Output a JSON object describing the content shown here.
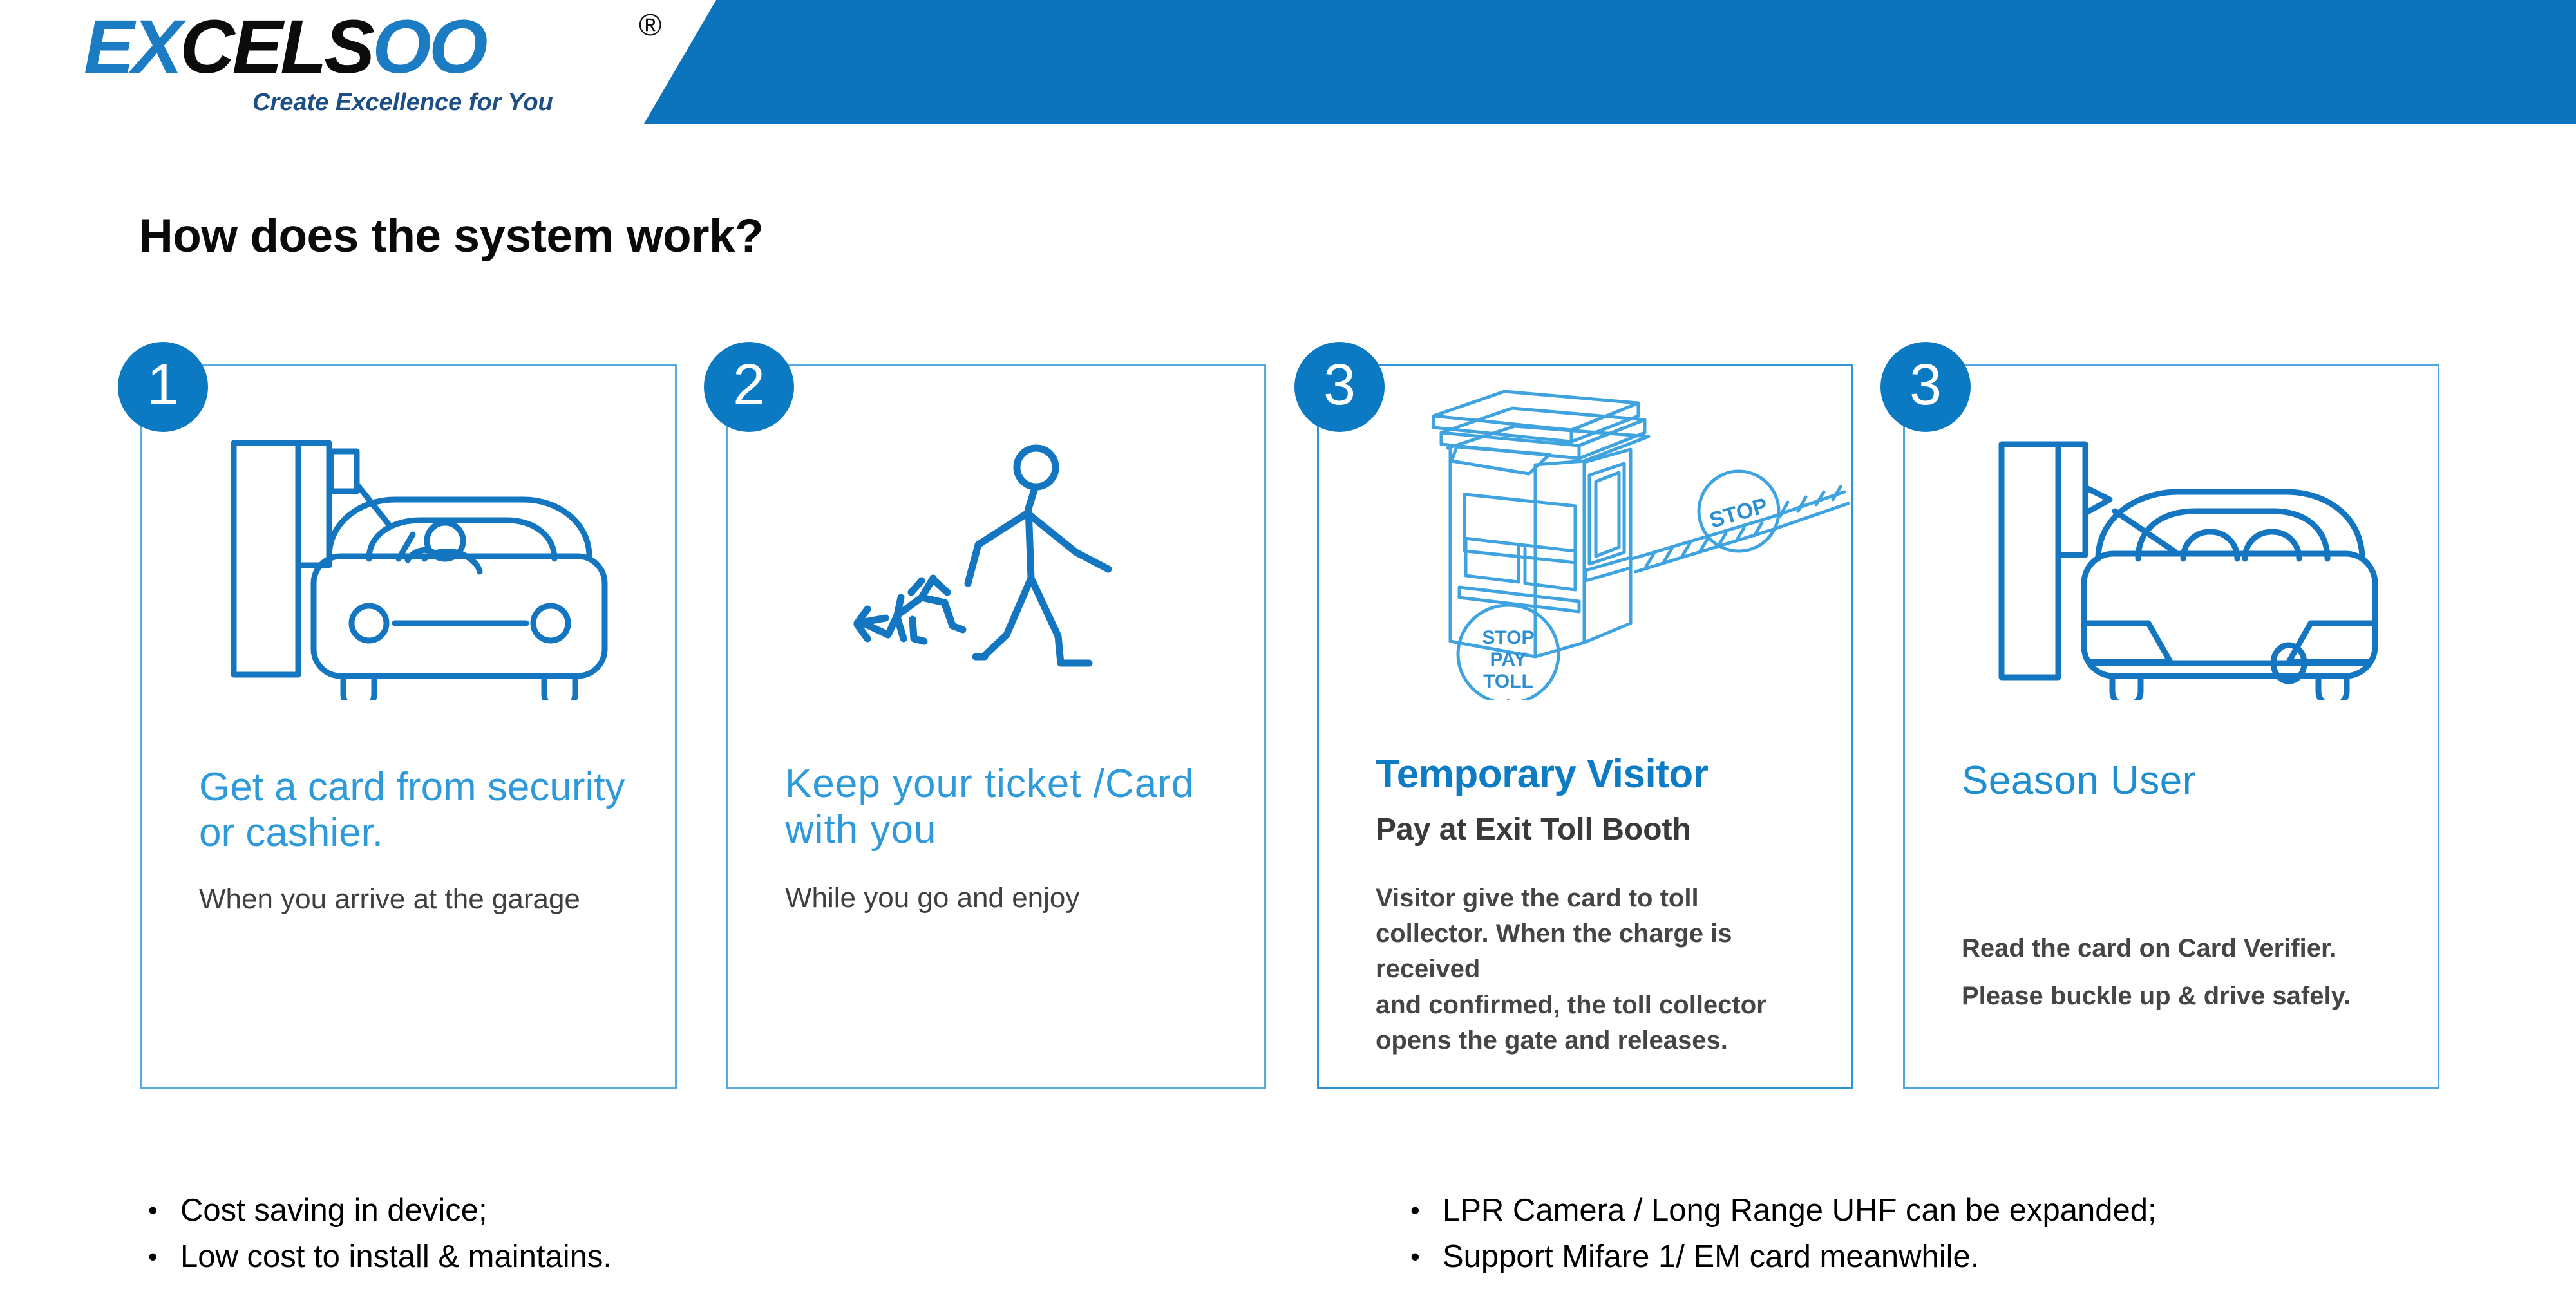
{
  "brand": {
    "logo_blue_part": "EX",
    "logo_black_part": "CELS",
    "logo_blue_part2": "OO",
    "registered_mark": "®",
    "tagline": "Create Excellence for You",
    "banner_color": "#0c74bd",
    "accent_blue": "#0c7ac2",
    "light_blue": "#58a9e0",
    "heading_blue": "#2f9ada"
  },
  "page_title": "How does the system work?",
  "cards": [
    {
      "badge": "1",
      "icon": "ticket-dispenser-and-car-front-icon",
      "heading": "Get a card from security\nor cashier.",
      "subtitle": "When you arrive at the garage",
      "body": ""
    },
    {
      "badge": "2",
      "icon": "person-walking-dog-icon",
      "heading": "Keep your ticket /Card\nwith you",
      "subtitle": "While you go and enjoy",
      "body": ""
    },
    {
      "badge": "3",
      "icon": "toll-booth-with-barrier-icon",
      "heading": "Temporary Visitor",
      "subtitle": "Pay at Exit Toll Booth",
      "body": "Visitor give the card to toll\ncollector. When the charge is received\nand confirmed, the toll collector\nopens the gate and releases.",
      "illustration_labels": {
        "booth_sign": "STOP\nPAY\nTOLL",
        "barrier_sign": "STOP"
      }
    },
    {
      "badge": "3",
      "icon": "card-verifier-and-car-icon",
      "heading": "Season User",
      "subtitle": "",
      "body": "Read the card on Card Verifier.\nPlease buckle up & drive safely."
    }
  ],
  "bullets_left": [
    {
      "marker": "•",
      "text": "Cost saving in device;"
    },
    {
      "marker": "•",
      "text": "Low cost to install & maintains."
    }
  ],
  "bullets_right": [
    {
      "marker": "•",
      "text": "LPR Camera / Long Range UHF can be expanded;"
    },
    {
      "marker": "•",
      "text": "Support Mifare 1/ EM card meanwhile."
    }
  ]
}
